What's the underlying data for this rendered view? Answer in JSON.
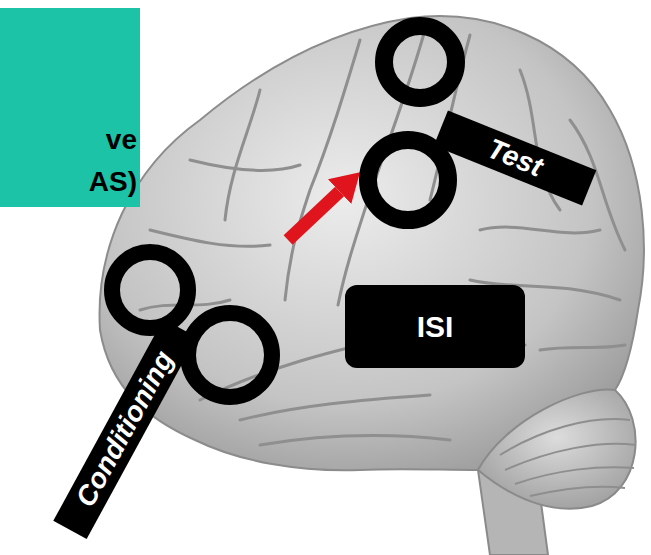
{
  "diagram": {
    "nodes": [
      {
        "text": [
          "ve AS)"
        ]
      },
      {
        "text": [
          "Conditioning"
        ]
      },
      {
        "text": [
          "Test"
        ]
      },
      {
        "text": [
          "ISI"
        ]
      }
    ],
    "edges": [
      {
        "from": 1,
        "to": 2,
        "arrow": "to"
      }
    ]
  }
}
